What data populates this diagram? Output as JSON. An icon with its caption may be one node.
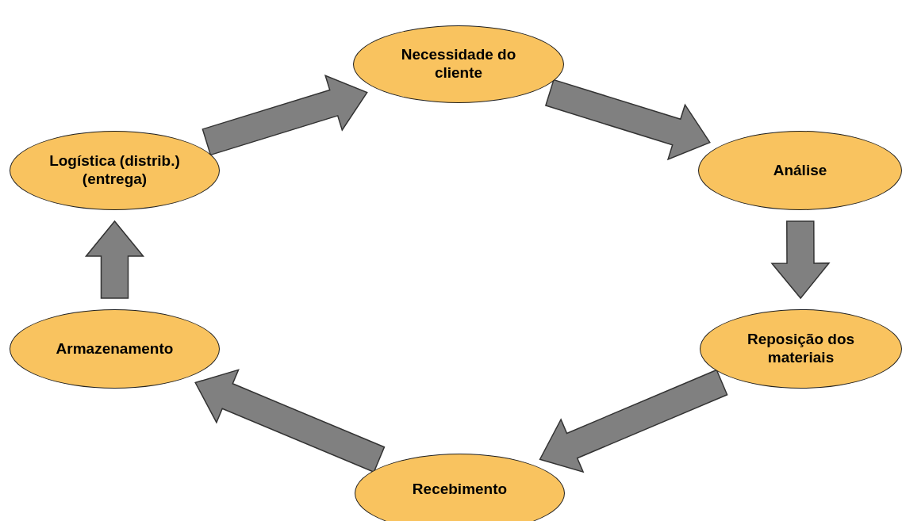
{
  "diagram": {
    "nodes": [
      {
        "text": [
          "Necessidade do cliente"
        ]
      },
      {
        "text": [
          "Análise"
        ]
      },
      {
        "text": [
          "Reposição dos materiais"
        ]
      },
      {
        "text": [
          "Recebimento"
        ]
      },
      {
        "text": [
          "Armazenamento"
        ]
      },
      {
        "text": [
          "Logística (distrib.) (entrega)"
        ]
      }
    ],
    "edges": [
      {
        "from": 0,
        "to": 1,
        "arrow": "to"
      },
      {
        "from": 1,
        "to": 2,
        "arrow": "to"
      },
      {
        "from": 2,
        "to": 3,
        "arrow": "to"
      },
      {
        "from": 3,
        "to": 4,
        "arrow": "to"
      },
      {
        "from": 4,
        "to": 5,
        "arrow": "to"
      },
      {
        "from": 5,
        "to": 0,
        "arrow": "to"
      }
    ]
  }
}
